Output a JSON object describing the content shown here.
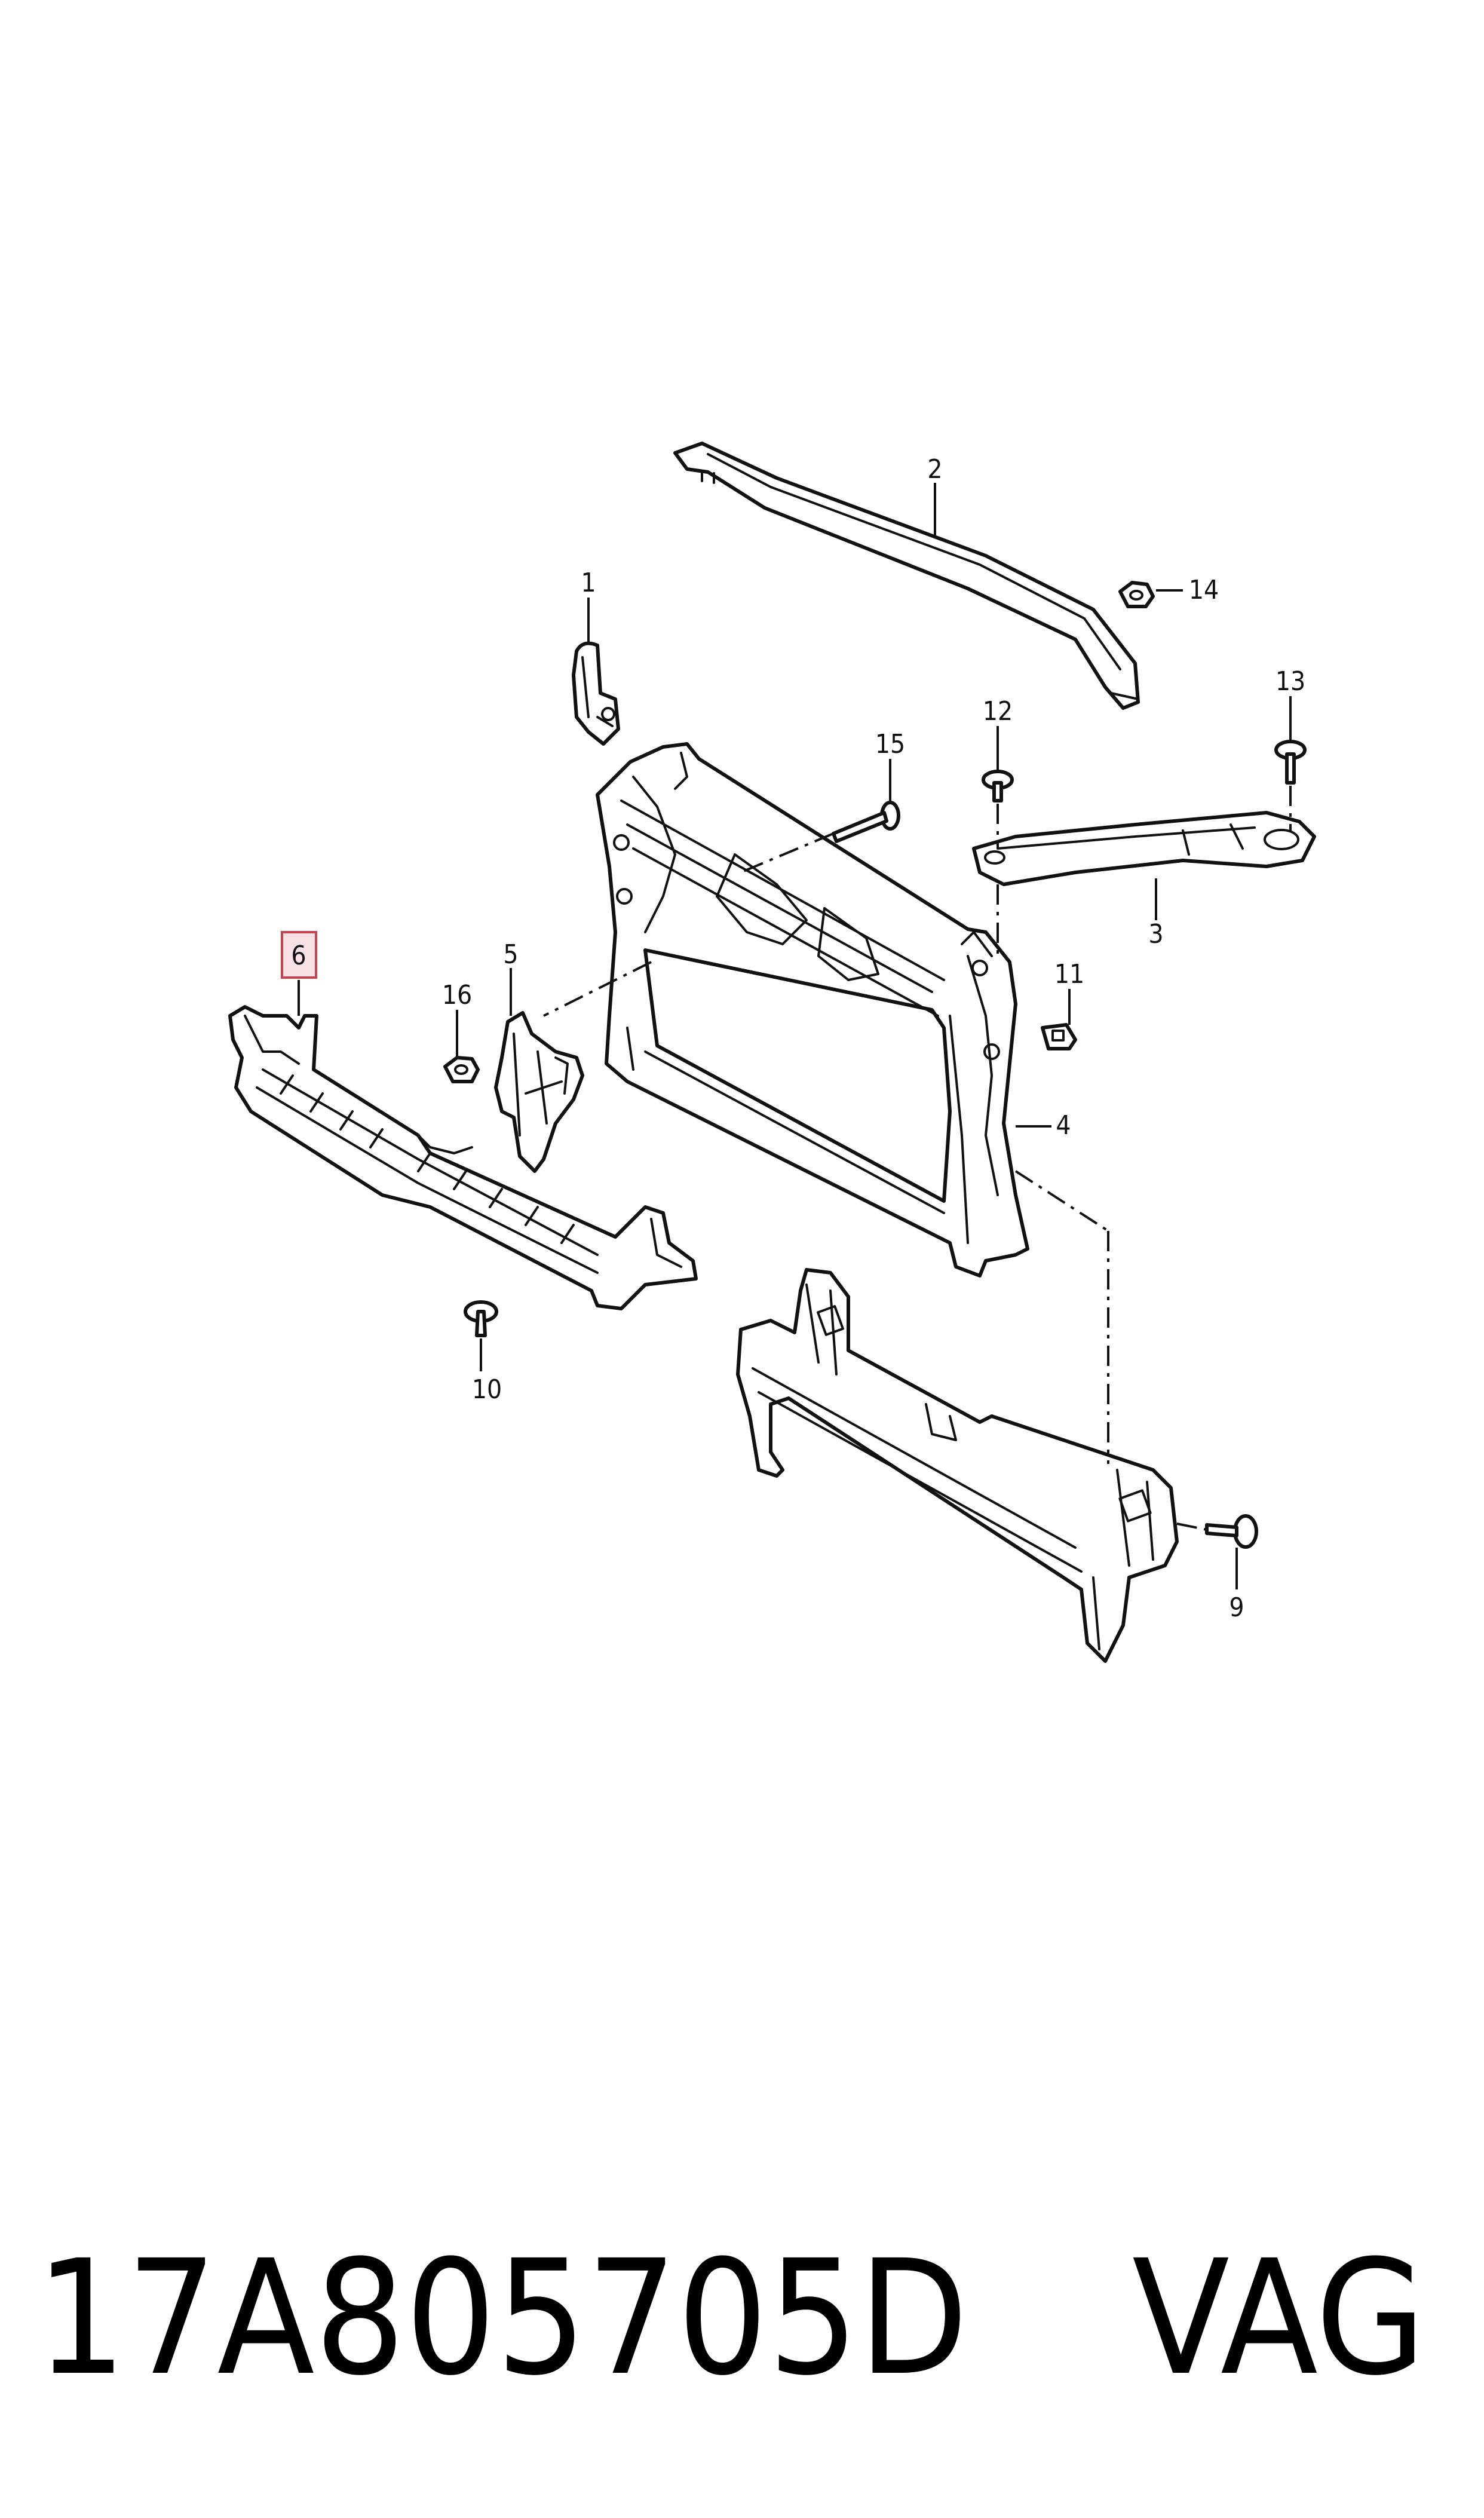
{
  "diagram": {
    "callouts": [
      "1",
      "2",
      "3",
      "4",
      "5",
      "6",
      "9",
      "10",
      "11",
      "12",
      "13",
      "14",
      "15",
      "16"
    ],
    "highlighted_callout": "6",
    "highlight_color": "#f7e1e4",
    "highlight_border_color": "#c0474f"
  },
  "footer": {
    "part_number": "17A805705D",
    "brand": "VAG"
  }
}
